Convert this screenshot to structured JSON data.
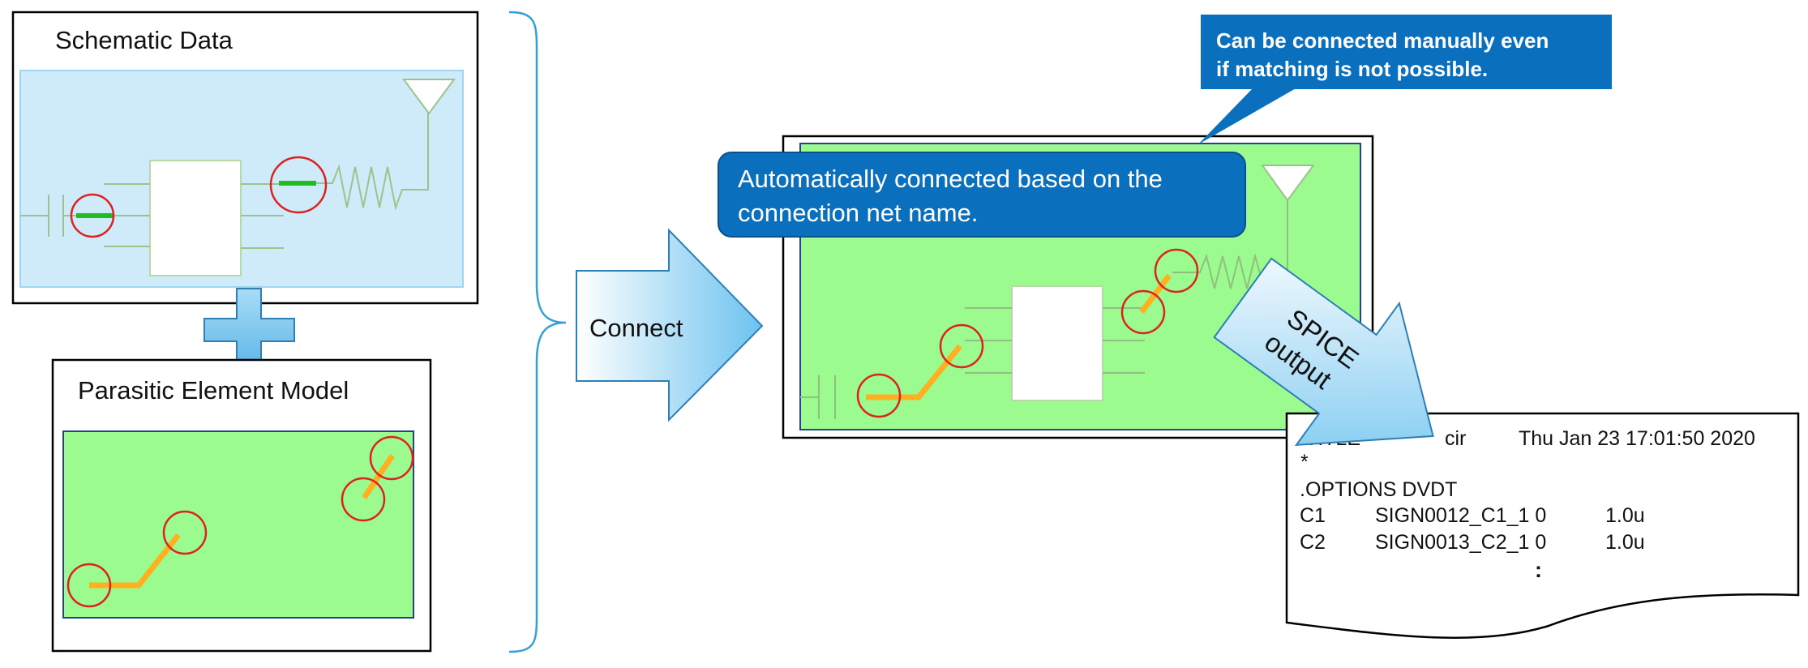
{
  "schematic": {
    "title": "Schematic Data"
  },
  "parasitic": {
    "title": "Parasitic Element Model"
  },
  "connect_arrow": {
    "label": "Connect"
  },
  "callout_auto": {
    "line1": "Automatically connected based on the",
    "line2": "connection net name."
  },
  "callout_manual": {
    "line1": "Can be connected manually even",
    "line2": "if matching is not possible."
  },
  "spice_arrow": {
    "line1": "SPICE",
    "line2": "output"
  },
  "spice_doc": {
    "title_keyword": ".TITLE",
    "title_partial": "cir",
    "timestamp": "Thu Jan 23 17:01:50 2020",
    "comment": "*",
    "options": ".OPTIONS DVDT",
    "rows": [
      {
        "name": "C1",
        "node": "SIGN0012_C1_1 0",
        "value": "1.0u"
      },
      {
        "name": "C2",
        "node": "SIGN0013_C2_1 0",
        "value": "1.0u"
      }
    ],
    "continuation": ":"
  },
  "colors": {
    "schematic_fill": "#cfeaf8",
    "parasitic_fill": "#9cfb8e",
    "net_green": "#22bb22",
    "net_orange": "#ffb020",
    "marker_red": "#dd2222",
    "callout_blue": "#0a6fbd",
    "brace_blue": "#33a0d8"
  }
}
